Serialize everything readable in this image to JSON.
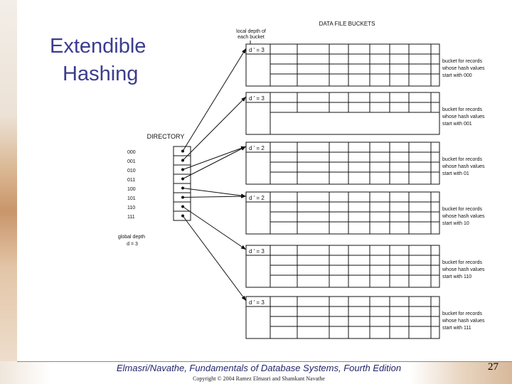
{
  "slide": {
    "title_line1": "Extendible",
    "title_line2": "Hashing",
    "footer": "Elmasri/Navathe, Fundamentals of Database Systems, Fourth Edition",
    "copyright": "Copyright © 2004 Ramez Elmasri and Shamkant Navathe",
    "page_number": "27"
  },
  "diagram": {
    "data_file_label": "DATA FILE BUCKETS",
    "local_depth_label": [
      "local depth of",
      "each bucket"
    ],
    "directory_label": "DIRECTORY",
    "global_depth_label": [
      "global depth",
      "d = 3"
    ],
    "directory_entries": [
      "000",
      "001",
      "010",
      "011",
      "100",
      "101",
      "110",
      "111"
    ],
    "entry_targets": [
      0,
      1,
      2,
      2,
      3,
      3,
      4,
      5
    ],
    "buckets": [
      {
        "depth": "d ' = 3",
        "desc": [
          "bucket for records",
          "whose hash values",
          "start with 000"
        ]
      },
      {
        "depth": "d ' = 3",
        "desc": [
          "bucket for records",
          "whose hash values",
          "start with 001"
        ]
      },
      {
        "depth": "d ' = 2",
        "desc": [
          "bucket for records",
          "whose hash values",
          "start with 01"
        ]
      },
      {
        "depth": "d ' = 2",
        "desc": [
          "bucket for records",
          "whose hash values",
          "start with 10"
        ]
      },
      {
        "depth": "d ' = 3",
        "desc": [
          "bucket for records",
          "whose hash values",
          "start with 110"
        ]
      },
      {
        "depth": "d ' = 3",
        "desc": [
          "bucket for records",
          "whose hash values",
          "start with 111"
        ]
      }
    ]
  }
}
